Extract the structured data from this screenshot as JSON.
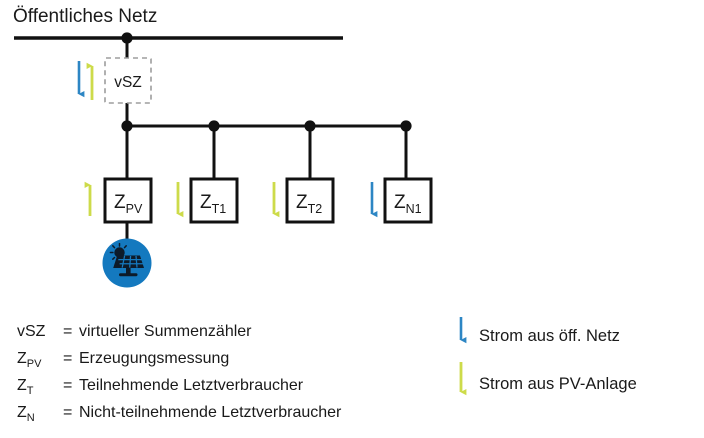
{
  "diagram": {
    "title": "Öffentliches Netz",
    "grid_node": {
      "label": "grid-connection-node"
    },
    "vsz": {
      "label": "vSZ",
      "arrow_down_color": "#2d86c4",
      "arrow_up_color": "#cddb4a"
    },
    "meters": [
      {
        "id": "z-pv",
        "base": "Z",
        "sub": "PV",
        "arrow_direction": "up",
        "arrow_color": "#cddb4a",
        "has_pv_source": true
      },
      {
        "id": "z-t1",
        "base": "Z",
        "sub": "T1",
        "arrow_direction": "down",
        "arrow_color": "#cddb4a",
        "has_pv_source": false
      },
      {
        "id": "z-t2",
        "base": "Z",
        "sub": "T2",
        "arrow_direction": "down",
        "arrow_color": "#cddb4a",
        "has_pv_source": false
      },
      {
        "id": "z-n1",
        "base": "Z",
        "sub": "N1",
        "arrow_direction": "down",
        "arrow_color": "#2d86c4",
        "has_pv_source": false
      }
    ],
    "pv_icon": {
      "name": "solar-panel-icon",
      "circle_color": "#1479bf",
      "glyph_color": "#0d1b2a"
    }
  },
  "legend_left": [
    {
      "base": "vSZ",
      "sub": "",
      "eq": "=",
      "text": "virtueller Summenzähler"
    },
    {
      "base": "Z",
      "sub": "PV",
      "eq": "=",
      "text": "Erzeugungsmessung"
    },
    {
      "base": "Z",
      "sub": "T",
      "eq": "=",
      "text": "Teilnehmende Letztverbraucher"
    },
    {
      "base": "Z",
      "sub": "N",
      "eq": "=",
      "text": "Nicht-teilnehmende Letztverbraucher"
    }
  ],
  "legend_right": [
    {
      "color": "#2d86c4",
      "text": "Strom aus öff. Netz"
    },
    {
      "color": "#cddb4a",
      "text": "Strom aus PV-Anlage"
    }
  ],
  "colors": {
    "blue": "#2d86c4",
    "green": "#cddb4a",
    "pv_blue": "#1479bf",
    "line": "#111111",
    "dashed": "#9d9d9d"
  }
}
